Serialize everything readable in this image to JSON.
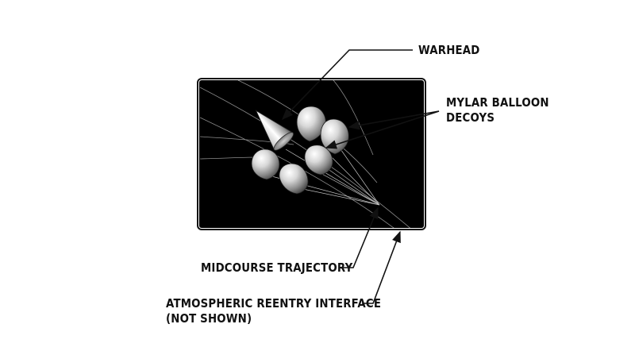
{
  "labels": {
    "warhead": "WARHEAD",
    "decoys_line1": "MYLAR BALLOON",
    "decoys_line2": "DECOYS",
    "midcourse": "MIDCOURSE TRAJECTORY",
    "reentry_line1": "ATMOSPHERIC REENTRY INTERFACE",
    "reentry_line2": "(NOT SHOWN)"
  },
  "colors": {
    "background": "#ffffff",
    "panel": "#000000",
    "ink": "#111111",
    "trail": "#cfcfcf",
    "metal_light": "#f4f4f4",
    "metal_dark": "#555555"
  }
}
